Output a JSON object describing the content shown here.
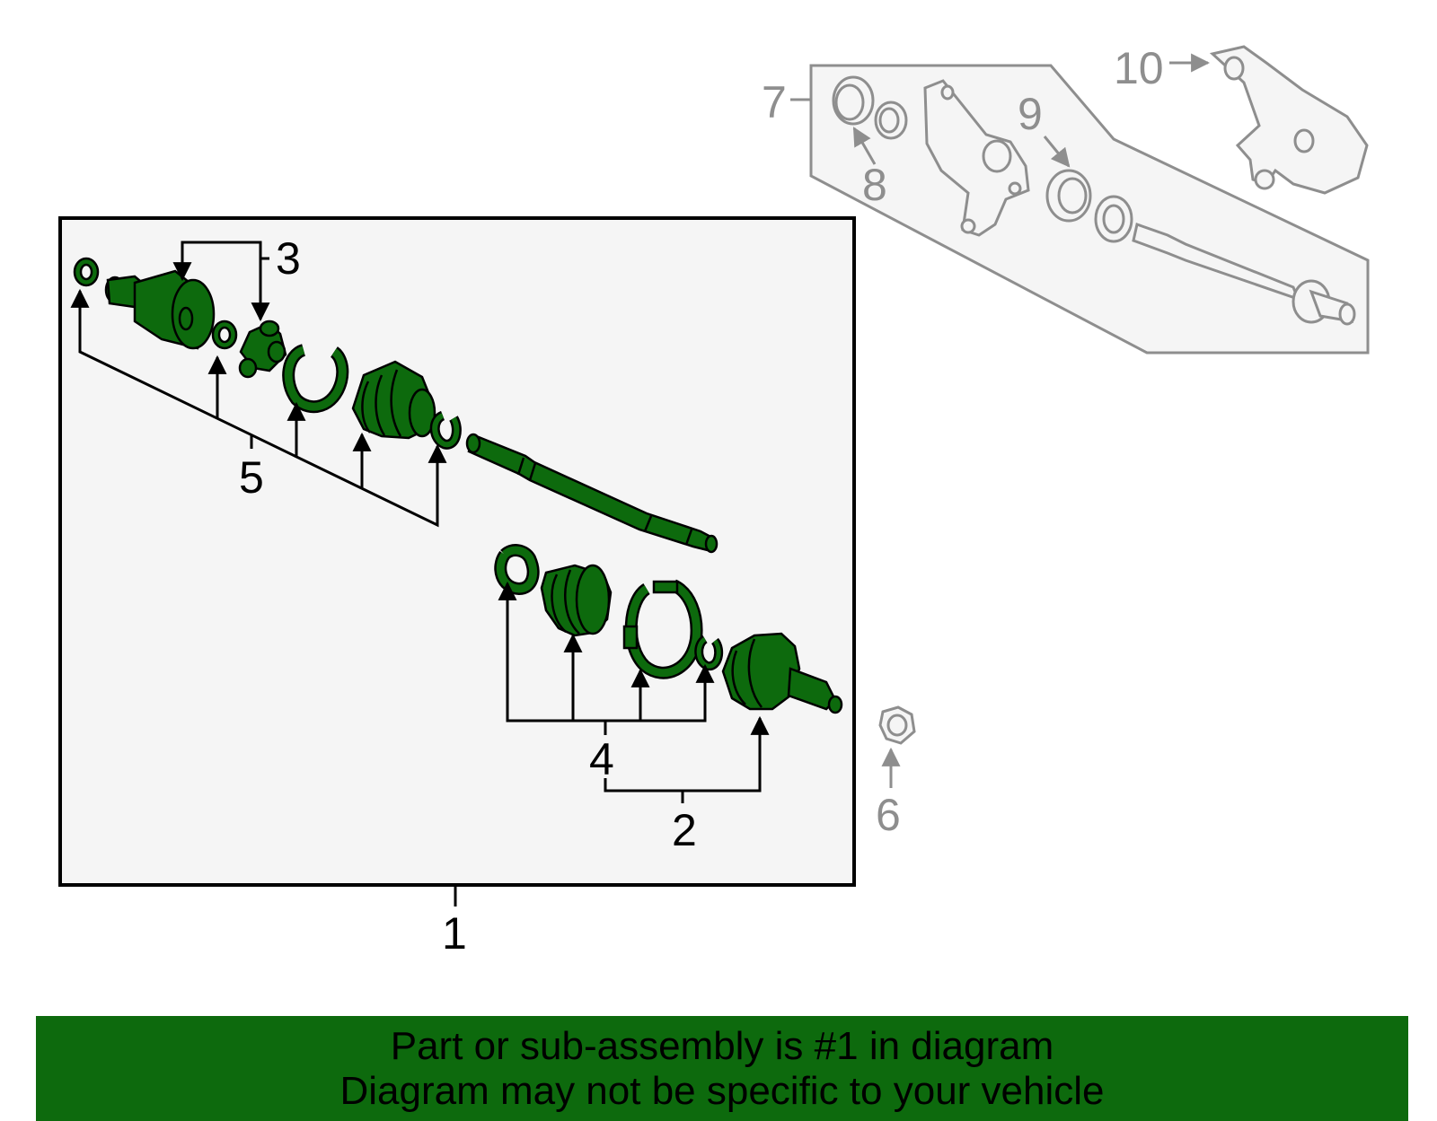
{
  "diagram": {
    "callouts": [
      "1",
      "2",
      "3",
      "4",
      "5",
      "6",
      "7",
      "8",
      "9",
      "10"
    ],
    "colors": {
      "highlight": "#0d6a0d",
      "ghost": "#8e8e8e",
      "panel": "#f5f5f5",
      "outline": "#000000"
    }
  },
  "banner": {
    "line1": "Part or sub-assembly is #1 in diagram",
    "line2": "Diagram may not be specific to your vehicle"
  }
}
